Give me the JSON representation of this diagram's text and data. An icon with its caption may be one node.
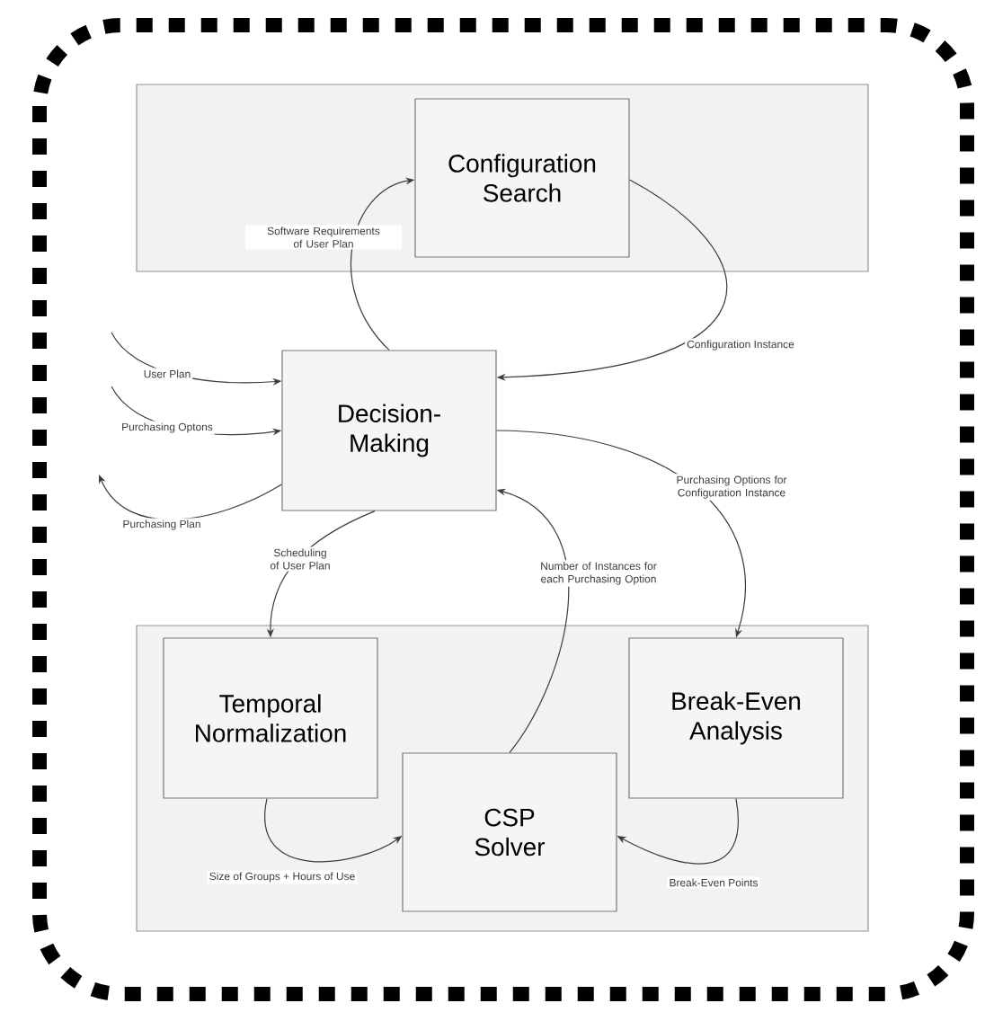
{
  "diagram": {
    "nodes": [
      {
        "text": [],
        "shape": "box"
      },
      {
        "text": [
          "Configuration Search"
        ],
        "in": 0
      },
      {
        "text": [
          "Decision-Making"
        ]
      },
      {
        "text": [],
        "shape": "box"
      },
      {
        "text": [
          "Temporal Normalization"
        ],
        "in": 3
      },
      {
        "text": [
          "CSP Solver"
        ],
        "in": 3
      },
      {
        "text": [
          "Break-Even Analysis"
        ],
        "in": 3
      }
    ],
    "edges": [
      {
        "from": 2,
        "to": 1,
        "arrow": "to",
        "label": "Software Requirements of User Plan"
      },
      {
        "from": 1,
        "to": 2,
        "arrow": "to",
        "label": "Configuration Instance"
      },
      {
        "from": null,
        "to": 2,
        "arrow": "to",
        "label": "User Plan"
      },
      {
        "from": null,
        "to": 2,
        "arrow": "to",
        "label": "Purchasing Optons"
      },
      {
        "from": 2,
        "to": null,
        "arrow": "to",
        "label": "Purchasing Plan"
      },
      {
        "from": 2,
        "to": 4,
        "arrow": "to",
        "label": "Scheduling of User Plan"
      },
      {
        "from": 5,
        "to": 2,
        "arrow": "to",
        "label": "Number of Instances for each Purchasing Option"
      },
      {
        "from": 2,
        "to": 6,
        "arrow": "to",
        "label": "Purchasing Options for Configuration Instance"
      },
      {
        "from": 4,
        "to": 5,
        "arrow": "to",
        "label": "Size of Groups + Hours of Use"
      },
      {
        "from": 6,
        "to": 5,
        "arrow": "to",
        "label": "Break-Even Points"
      }
    ]
  }
}
